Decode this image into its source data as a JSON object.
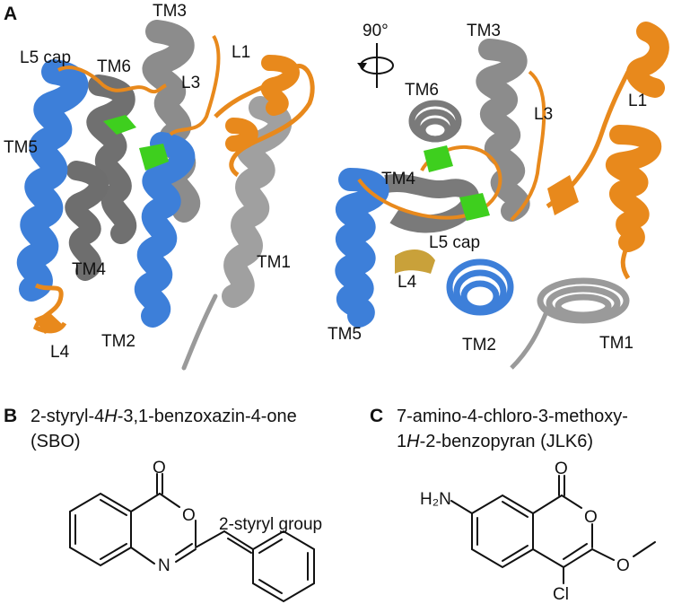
{
  "panels": {
    "A": "A",
    "B": "B",
    "C": "C"
  },
  "left_view": {
    "labels": [
      "TM3",
      "L5 cap",
      "TM6",
      "L1",
      "L3",
      "TM5",
      "TM4",
      "TM1",
      "TM2",
      "L4"
    ]
  },
  "right_view": {
    "rotation": "90°",
    "labels": [
      "TM3",
      "TM6",
      "L1",
      "L3",
      "TM4",
      "L5 cap",
      "L4",
      "TM5",
      "TM2",
      "TM1"
    ]
  },
  "panel_b": {
    "name_line1_a": "2-styryl-4",
    "name_line1_italic": "H",
    "name_line1_b": "-3,1-benzoxazin-4-one",
    "name_line2": "(SBO)",
    "group_label": "2-styryl group",
    "atoms": {
      "o_carbonyl": "O",
      "o_ring": "O",
      "n_ring": "N"
    }
  },
  "panel_c": {
    "name_line1": "7-amino-4-chloro-3-methoxy-",
    "name_line2_a": "1",
    "name_line2_italic": "H",
    "name_line2_b": "-2-benzopyran (JLK6)",
    "amine": "H₂N",
    "atoms": {
      "o_carbonyl": "O",
      "o_ring": "O",
      "o_methoxy": "O",
      "cl": "Cl"
    }
  },
  "colors": {
    "helix_gray": "#8c8c8c",
    "helix_gray_dark": "#6e6e6e",
    "helix_blue": "#3d7fd9",
    "loop_orange": "#e8891c",
    "ligand_green": "#3ecf1e",
    "l4_tan": "#c9a13a"
  }
}
